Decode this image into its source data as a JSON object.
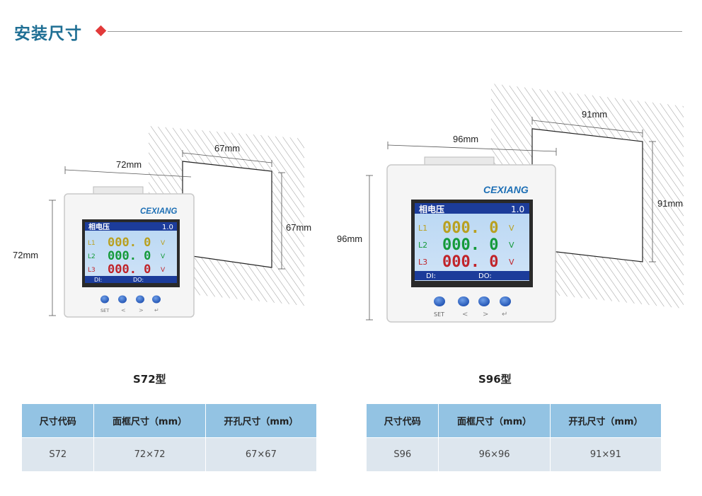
{
  "header": {
    "title": "安装尺寸",
    "accent_color": "#e23a3a",
    "title_color": "#1f6f94"
  },
  "small_device": {
    "brand": "CEXIANG",
    "width_label": "72mm",
    "height_label": "72mm",
    "cutout_width_label": "67mm",
    "cutout_height_label": "67mm",
    "lcd": {
      "title": "相电压",
      "version": "1.0",
      "rows": [
        {
          "phase": "L1",
          "value": "000. 0",
          "unit": "V",
          "color": "#b8a020"
        },
        {
          "phase": "L2",
          "value": "000. 0",
          "unit": "V",
          "color": "#159a3a"
        },
        {
          "phase": "L3",
          "value": "000. 0",
          "unit": "V",
          "color": "#c0242a"
        }
      ],
      "footer_left": "DI:",
      "footer_right": "DO:"
    },
    "button_labels": [
      "SET",
      "<",
      ">",
      "↵"
    ]
  },
  "large_device": {
    "brand": "CEXIANG",
    "width_label": "96mm",
    "height_label": "96mm",
    "cutout_width_label": "91mm",
    "cutout_height_label": "91mm",
    "lcd": {
      "title": "相电压",
      "version": "1.0",
      "rows": [
        {
          "phase": "L1",
          "value": "000. 0",
          "unit": "V",
          "color": "#b8a020"
        },
        {
          "phase": "L2",
          "value": "000. 0",
          "unit": "V",
          "color": "#159a3a"
        },
        {
          "phase": "L3",
          "value": "000. 0",
          "unit": "V",
          "color": "#c0242a"
        }
      ],
      "footer_left": "DI:",
      "footer_right": "DO:"
    },
    "button_labels": [
      "SET",
      "<",
      ">",
      "↵"
    ]
  },
  "tables": [
    {
      "model": "S72型",
      "headers": [
        "尺寸代码",
        "面框尺寸（mm）",
        "开孔尺寸（mm）"
      ],
      "row": [
        "S72",
        "72×72",
        "67×67"
      ]
    },
    {
      "model": "S96型",
      "headers": [
        "尺寸代码",
        "面框尺寸（mm）",
        "开孔尺寸（mm）"
      ],
      "row": [
        "S96",
        "96×96",
        "91×91"
      ]
    }
  ]
}
